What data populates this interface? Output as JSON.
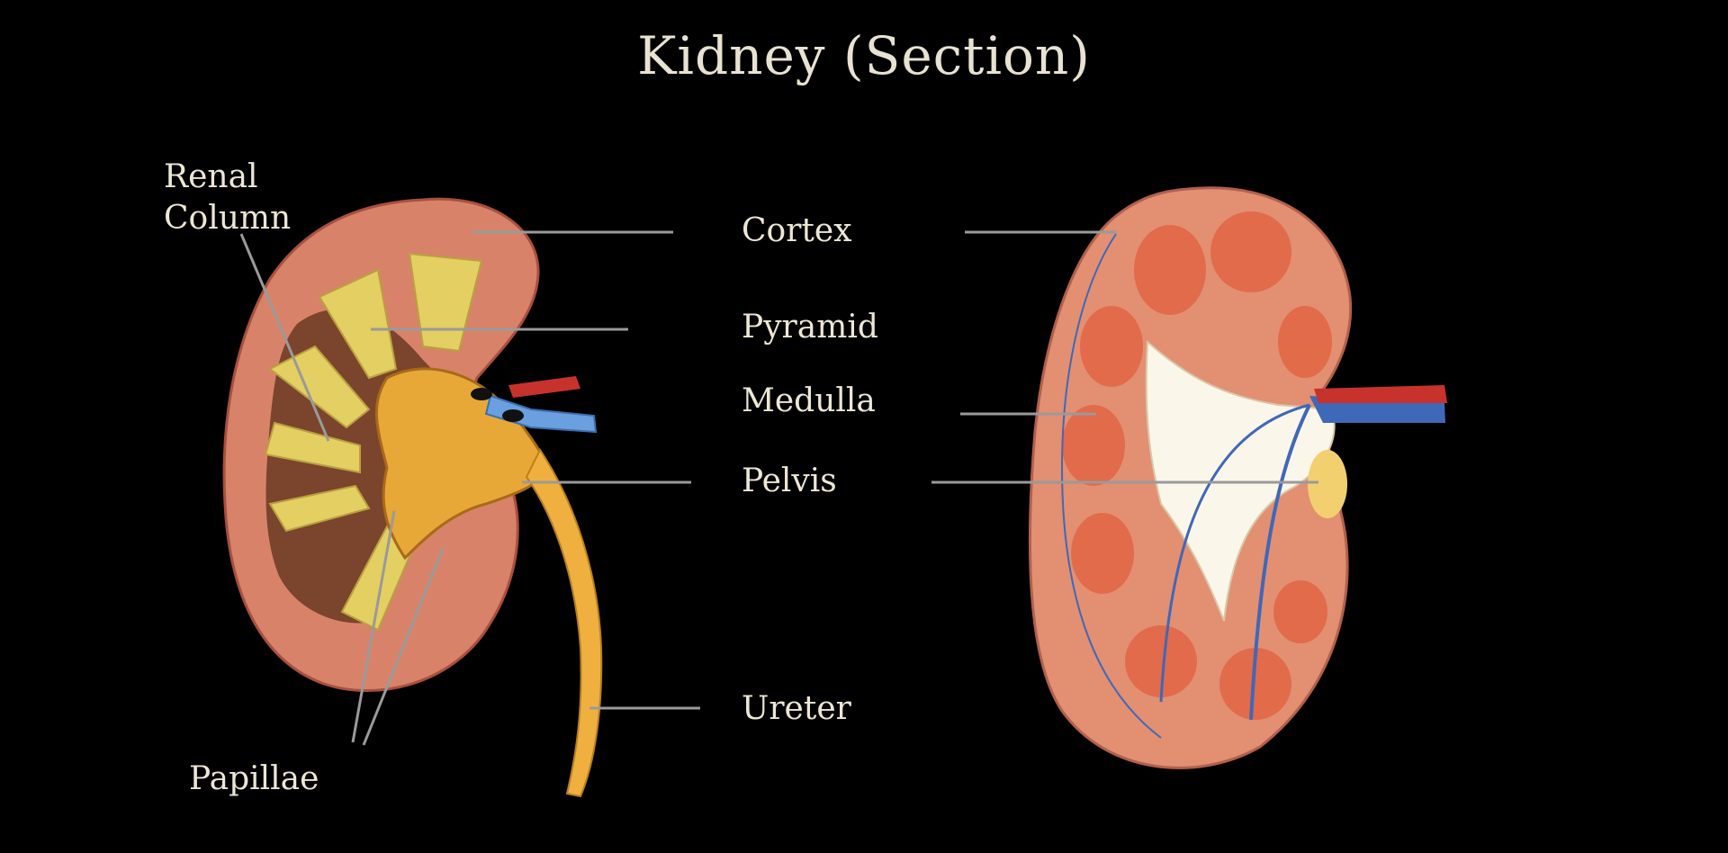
{
  "title": "Kidney (Section)",
  "labels": {
    "renal_column_line1": "Renal",
    "renal_column_line2": "Column",
    "cortex": "Cortex",
    "pyramid": "Pyramid",
    "medulla": "Medulla",
    "pelvis": "Pelvis",
    "ureter": "Ureter",
    "papillae": "Papillae"
  },
  "colors": {
    "background": "#000000",
    "text": "#ece6d4",
    "leader_line": "#9a9a9a",
    "cortex": "#d9826a",
    "pyramid": "#e3cf62",
    "pelvis": "#e8a838",
    "vein": "#5b8fd8",
    "artery": "#c8322c"
  }
}
